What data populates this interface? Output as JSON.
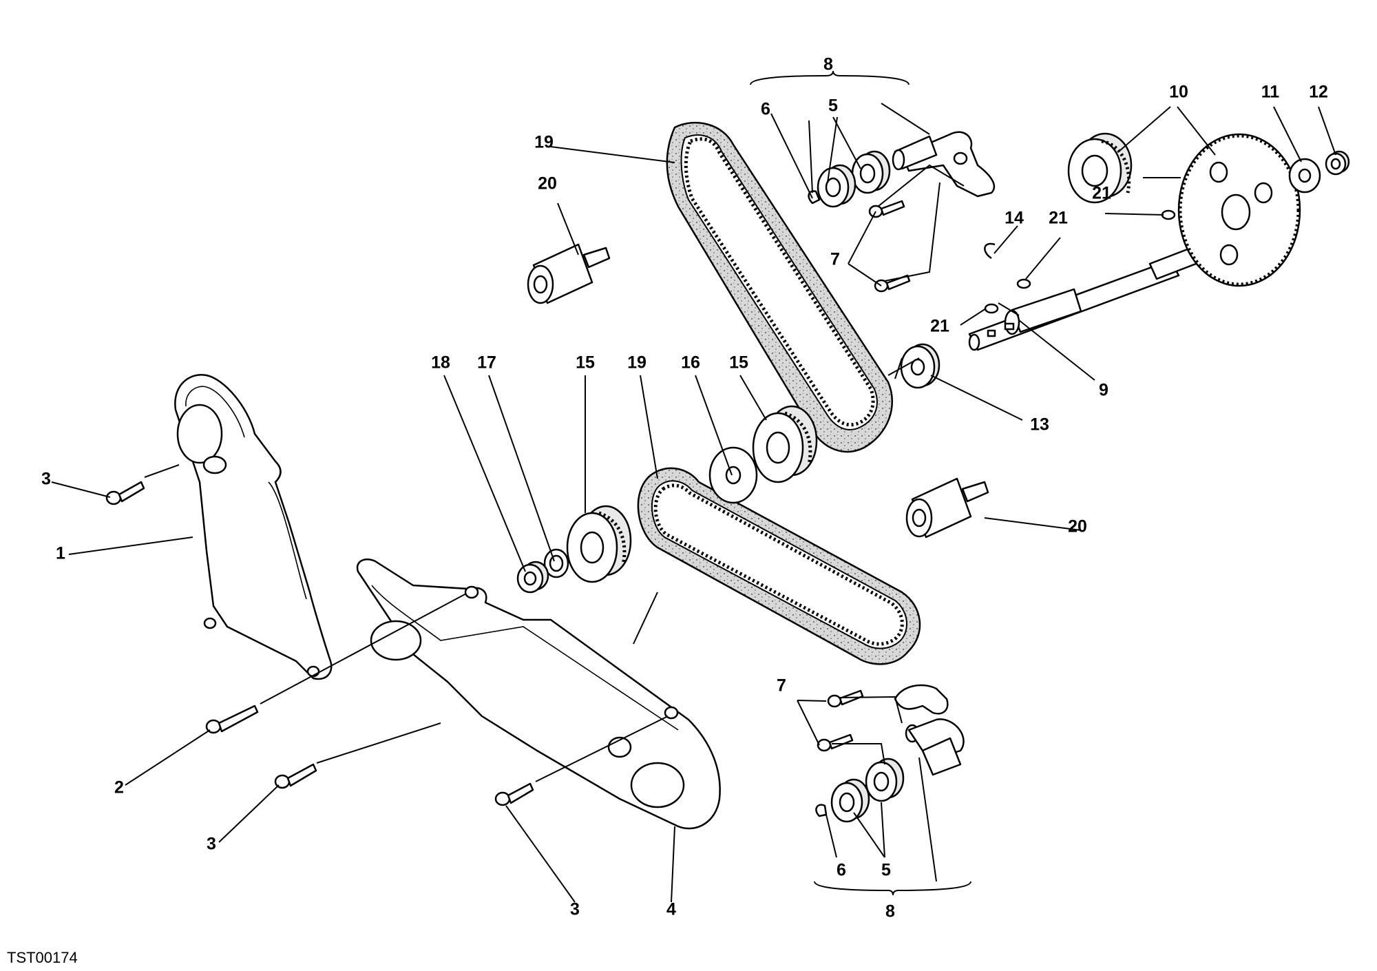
{
  "diagram": {
    "code": "TST00174",
    "labels": {
      "l1": "1",
      "l2": "2",
      "l3a": "3",
      "l3b": "3",
      "l3c": "3",
      "l4": "4",
      "l5a": "5",
      "l5b": "5",
      "l6a": "6",
      "l6b": "6",
      "l7a": "7",
      "l7b": "7",
      "l8a": "8",
      "l8b": "8",
      "l9": "9",
      "l10": "10",
      "l11": "11",
      "l12": "12",
      "l13": "13",
      "l14": "14",
      "l15a": "15",
      "l15b": "15",
      "l16": "16",
      "l17": "17",
      "l18": "18",
      "l19a": "19",
      "l19b": "19",
      "l20a": "20",
      "l20b": "20",
      "l21a": "21",
      "l21b": "21",
      "l21c": "21"
    }
  }
}
